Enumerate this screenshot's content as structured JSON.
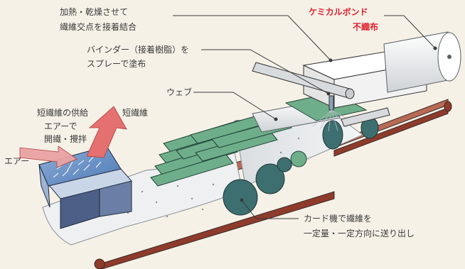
{
  "labels": {
    "heat_bond_l1": "加熱・乾燥させて",
    "heat_bond_l2": "繊維交点を接着結合",
    "chemical_bond_l1": "ケミカルボンド",
    "chemical_bond_l2": "不織布",
    "binder_l1": "バインダー（接着樹脂）を",
    "binder_l2": "スプレーで塗布",
    "web": "ウェブ",
    "supply_l1": "短繊維の供給",
    "supply_l2": "エアーで",
    "supply_l3": "開繊・攪拌",
    "short_fiber": "短繊維",
    "air": "エアー",
    "card_l1": "カード機で繊維を",
    "card_l2": "一定量・一定方向に送り出し"
  },
  "colors": {
    "background": "#f6f1e7",
    "accent_red": "#e0212e",
    "belt": "#8e3b2c",
    "roller_green": "#6fae8a",
    "roller_dark": "#3d6e70",
    "arrow_pink": "#e4706f"
  }
}
